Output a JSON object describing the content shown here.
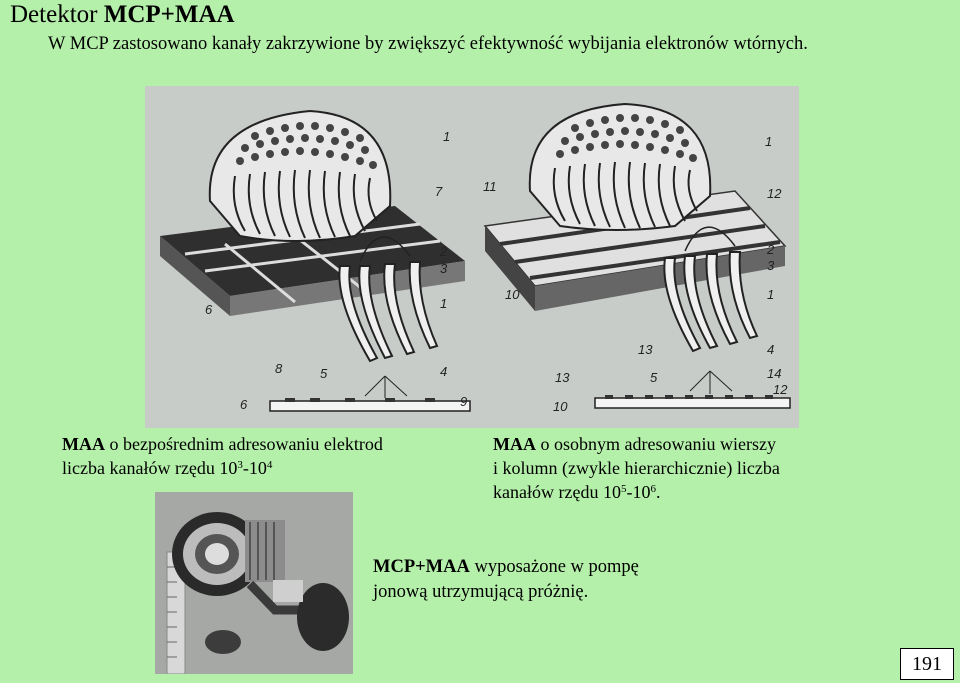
{
  "slide": {
    "title_prefix": "Detektor ",
    "title_bold": "MCP+MAA",
    "intro": "W MCP zastosowano kanały zakrzywione by zwiększyć efektywność wybijania  elektronów wtórnych.",
    "page_number": "191"
  },
  "left_caption": {
    "bold": "MAA",
    "line1": " o bezpośrednim adresowaniu elektrod",
    "line2_prefix": "liczba kanałów rzędu 10",
    "exp1": "3",
    "dash": "-10",
    "exp2": "4"
  },
  "right_caption": {
    "bold": "MAA",
    "line1": " o osobnym adresowaniu wierszy",
    "line2": "i kolumn (zwykle hierarchicznie) liczba",
    "line3_prefix": "kanałów rzędu 10",
    "exp1": "5",
    "dash": "-10",
    "exp2": "6",
    "suffix": "."
  },
  "photo_caption": {
    "bold": "MCP+MAA",
    "line1_rest": " wyposażone w pompę",
    "line2": "jonową utrzymującą próżnię."
  },
  "figure_labels": {
    "left": [
      "1",
      "7",
      "2",
      "3",
      "1",
      "4",
      "6",
      "8",
      "5",
      "6",
      "9"
    ],
    "right": [
      "1",
      "11",
      "12",
      "2",
      "3",
      "10",
      "1",
      "13",
      "4",
      "13",
      "5",
      "14",
      "12",
      "10"
    ]
  },
  "colors": {
    "background": "#b5f0aa",
    "figure_bg": "#c8ccc9"
  }
}
